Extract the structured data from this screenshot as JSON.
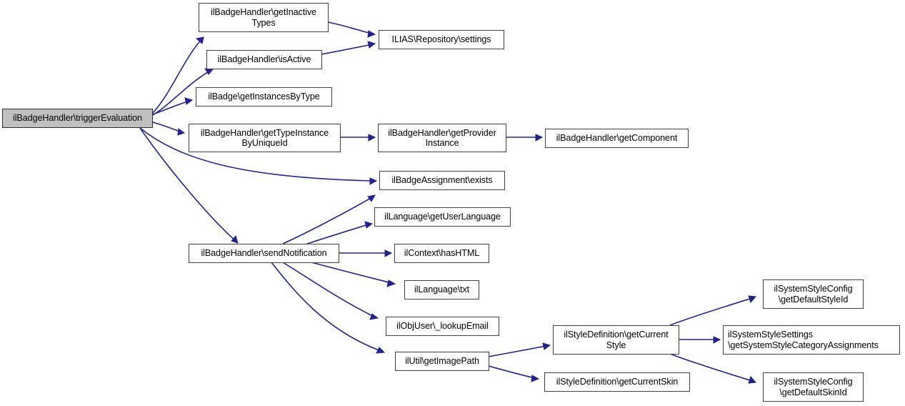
{
  "diagram": {
    "type": "call-graph",
    "title": "ilBadgeHandler\\triggerEvaluation call graph",
    "colors": {
      "edge": "#23238e",
      "node_border": "#404040",
      "node_fill": "#ffffff",
      "root_fill": "#c0c0c0"
    },
    "nodes": [
      {
        "id": "triggerEvaluation",
        "label": "ilBadgeHandler\\triggerEvaluation",
        "root": true
      },
      {
        "id": "getInactiveTypes",
        "label": "ilBadgeHandler\\getInactive\nTypes",
        "root": false
      },
      {
        "id": "repositorySettings",
        "label": "ILIAS\\Repository\\settings",
        "root": false
      },
      {
        "id": "isActive",
        "label": "ilBadgeHandler\\isActive",
        "root": false
      },
      {
        "id": "getInstancesByType",
        "label": "ilBadge\\getInstancesByType",
        "root": false
      },
      {
        "id": "getTypeInstanceByUniqueId",
        "label": "ilBadgeHandler\\getTypeInstance\nByUniqueId",
        "root": false
      },
      {
        "id": "getProviderInstance",
        "label": "ilBadgeHandler\\getProvider\nInstance",
        "root": false
      },
      {
        "id": "getComponent",
        "label": "ilBadgeHandler\\getComponent",
        "root": false
      },
      {
        "id": "badgeAssignmentExists",
        "label": "ilBadgeAssignment\\exists",
        "root": false
      },
      {
        "id": "sendNotification",
        "label": "ilBadgeHandler\\sendNotification",
        "root": false
      },
      {
        "id": "getUserLanguage",
        "label": "ilLanguage\\getUserLanguage",
        "root": false
      },
      {
        "id": "hasHTML",
        "label": "ilContext\\hasHTML",
        "root": false
      },
      {
        "id": "languageTxt",
        "label": "ilLanguage\\txt",
        "root": false
      },
      {
        "id": "lookupEmail",
        "label": "ilObjUser\\_lookupEmail",
        "root": false
      },
      {
        "id": "getImagePath",
        "label": "ilUtil\\getImagePath",
        "root": false
      },
      {
        "id": "getCurrentStyle",
        "label": "ilStyleDefinition\\getCurrent\nStyle",
        "root": false
      },
      {
        "id": "getCurrentSkin",
        "label": "ilStyleDefinition\\getCurrentSkin",
        "root": false
      },
      {
        "id": "getDefaultStyleId",
        "label": "ilSystemStyleConfig\n\\getDefaultStyleId",
        "root": false
      },
      {
        "id": "getSystemStyleCategoryAssignments",
        "label": "ilSystemStyleSettings\n\\getSystemStyleCategoryAssignments",
        "root": false
      },
      {
        "id": "getDefaultSkinId",
        "label": "ilSystemStyleConfig\n\\getDefaultSkinId",
        "root": false
      }
    ],
    "edges": [
      {
        "from": "triggerEvaluation",
        "to": "getInactiveTypes"
      },
      {
        "from": "triggerEvaluation",
        "to": "isActive"
      },
      {
        "from": "triggerEvaluation",
        "to": "getInstancesByType"
      },
      {
        "from": "triggerEvaluation",
        "to": "getTypeInstanceByUniqueId"
      },
      {
        "from": "triggerEvaluation",
        "to": "badgeAssignmentExists"
      },
      {
        "from": "triggerEvaluation",
        "to": "sendNotification"
      },
      {
        "from": "getInactiveTypes",
        "to": "repositorySettings"
      },
      {
        "from": "isActive",
        "to": "repositorySettings"
      },
      {
        "from": "getTypeInstanceByUniqueId",
        "to": "getProviderInstance"
      },
      {
        "from": "getProviderInstance",
        "to": "getComponent"
      },
      {
        "from": "sendNotification",
        "to": "badgeAssignmentExists"
      },
      {
        "from": "sendNotification",
        "to": "getUserLanguage"
      },
      {
        "from": "sendNotification",
        "to": "hasHTML"
      },
      {
        "from": "sendNotification",
        "to": "languageTxt"
      },
      {
        "from": "sendNotification",
        "to": "lookupEmail"
      },
      {
        "from": "sendNotification",
        "to": "getImagePath"
      },
      {
        "from": "getImagePath",
        "to": "getCurrentStyle"
      },
      {
        "from": "getImagePath",
        "to": "getCurrentSkin"
      },
      {
        "from": "getCurrentStyle",
        "to": "getDefaultStyleId"
      },
      {
        "from": "getCurrentStyle",
        "to": "getSystemStyleCategoryAssignments"
      },
      {
        "from": "getCurrentStyle",
        "to": "getDefaultSkinId"
      }
    ]
  }
}
